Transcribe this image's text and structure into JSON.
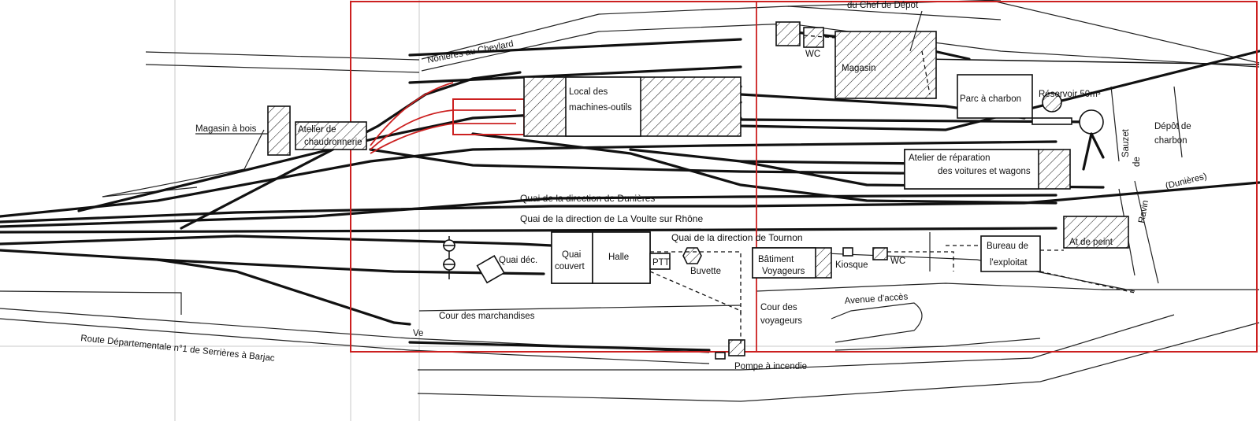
{
  "labels": {
    "chef_depot": "du Chef de Dépot",
    "nonieres": "Nonières au Cheylard",
    "wc_top": "WC",
    "magasin": "Magasin",
    "parc_charbon": "Parc à charbon",
    "reservoir": "Réservoir 50m³",
    "depot_charbon_1": "Dépôt de",
    "depot_charbon_2": "charbon",
    "sauzet_1": "de",
    "sauzet_2": "Sauzet",
    "local_1": "Local des",
    "local_2": "machines-outils",
    "magasin_bois": "Magasin à bois",
    "chaudronnerie_1": "Atelier de",
    "chaudronnerie_2": "chaudronnerie",
    "atelier_rep_1": "Atelier de réparation",
    "atelier_rep_2": "des voitures et wagons",
    "dunieres_road": "(Dunières)",
    "ravin": "Ravin",
    "quai_dunieres": "Quai de la direction de Dunières",
    "quai_voulte": "Quai de la direction de La Voulte sur Rhône",
    "quai_tournon": "Quai de la direction de Tournon",
    "at_peint": "At de peint",
    "quai_dec": "Quai déc.",
    "quai_couvert_1": "Quai",
    "quai_couvert_2": "couvert",
    "halle": "Halle",
    "ptt": "PTT",
    "buvette": "Buvette",
    "batiment_1": "Bâtiment",
    "batiment_2": "Voyageurs",
    "kiosque": "Kiosque",
    "wc_bottom": "WC",
    "bureau_1": "Bureau de",
    "bureau_2": "l'exploitat",
    "cour_marchandises": "Cour des marchandises",
    "cour_voyageurs_1": "Cour des",
    "cour_voyageurs_2": "voyageurs",
    "avenue": "Avenue d'accès",
    "route": "Route Départementale n°1 de Serrières à Barjac",
    "ve": "Ve",
    "pompe": "Pompe à incendie"
  },
  "colors": {
    "ink": "#111111",
    "annotation_red": "#cc2020",
    "paper": "#ffffff"
  }
}
